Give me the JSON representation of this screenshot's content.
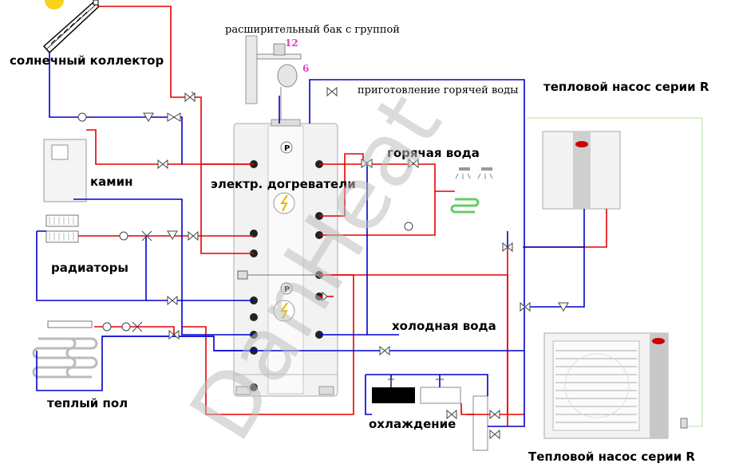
{
  "labels": {
    "solar_collector": "солнечный коллектор",
    "expansion_tank": "расширительный бак с группой",
    "tank_num_12": "12",
    "tank_num_6": "6",
    "hot_water_prep": "приготовление горячей воды",
    "heat_pump_top": "тепловой насос серии R",
    "hot_water": "горячая вода",
    "fireplace": "камин",
    "electric_heaters": "электр. догреватели",
    "radiators": "радиаторы",
    "cold_water": "холодная вода",
    "floor_heating": "теплый пол",
    "cooling": "охлаждение",
    "heat_pump_bottom": "Тепловой насос серии R",
    "p_top": "P",
    "p_bottom": "P"
  },
  "watermark": "DanHeat",
  "colors": {
    "supply": "#e60000",
    "return": "#0000cc",
    "accent": "#cc0000",
    "watermark": "#bdbdbd"
  }
}
